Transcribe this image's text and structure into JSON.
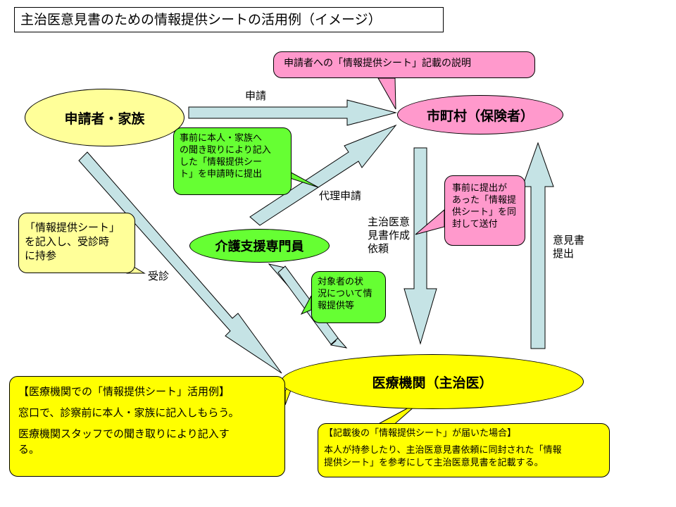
{
  "title": "主治医意見書のための情報提供シートの活用例（イメージ）",
  "nodes": {
    "applicant": "申請者・家族",
    "municipality": "市町村（保険者）",
    "care_manager": "介護支援専門員",
    "medical": "医療機関（主治医）"
  },
  "labels": {
    "apply": "申請",
    "proxy_apply": "代理申請",
    "consult": "受診",
    "request_lines": [
      "主治医意",
      "見書作成",
      "依頼"
    ],
    "submit_lines": [
      "意見書",
      "提出"
    ]
  },
  "callouts": {
    "pink_top": "申請者への「情報提供シート」記載の説明",
    "green_left": [
      "事前に本人・家族へ",
      "の聞き取りにより記入",
      "した「情報提供シー",
      "ト」を申請時に提出"
    ],
    "pink_right": [
      "事前に提出が",
      "あった「情報提",
      "供シート」を同",
      "封して送付"
    ],
    "yellow_left": [
      "「情報提供シート」",
      "を記入し、受診時",
      "に持参"
    ],
    "green_mid": [
      "対象者の状",
      "況について情",
      "報提供等"
    ],
    "box_medical": {
      "heading": "【医療機関での「情報提供シート」活用例】",
      "line1": "窓口で、診察前に本人・家族に記入しもらう。",
      "line2a": "医療機関スタッフでの聞き取りにより記入す",
      "line2b": "る。"
    },
    "box_after": {
      "heading": "【記載後の「情報提供シート」が届いた場合】",
      "line1": "本人が持参したり、主治医意見書依頼に同封された「情報",
      "line2": "提供シート」を参考にして主治医意見書を記載する。"
    }
  },
  "colors": {
    "arrow": "#c5e3e5",
    "node_yellow": "#ffff99",
    "node_pink": "#ff99cc",
    "node_green": "#66ff33",
    "node_medical": "#ffff00"
  }
}
